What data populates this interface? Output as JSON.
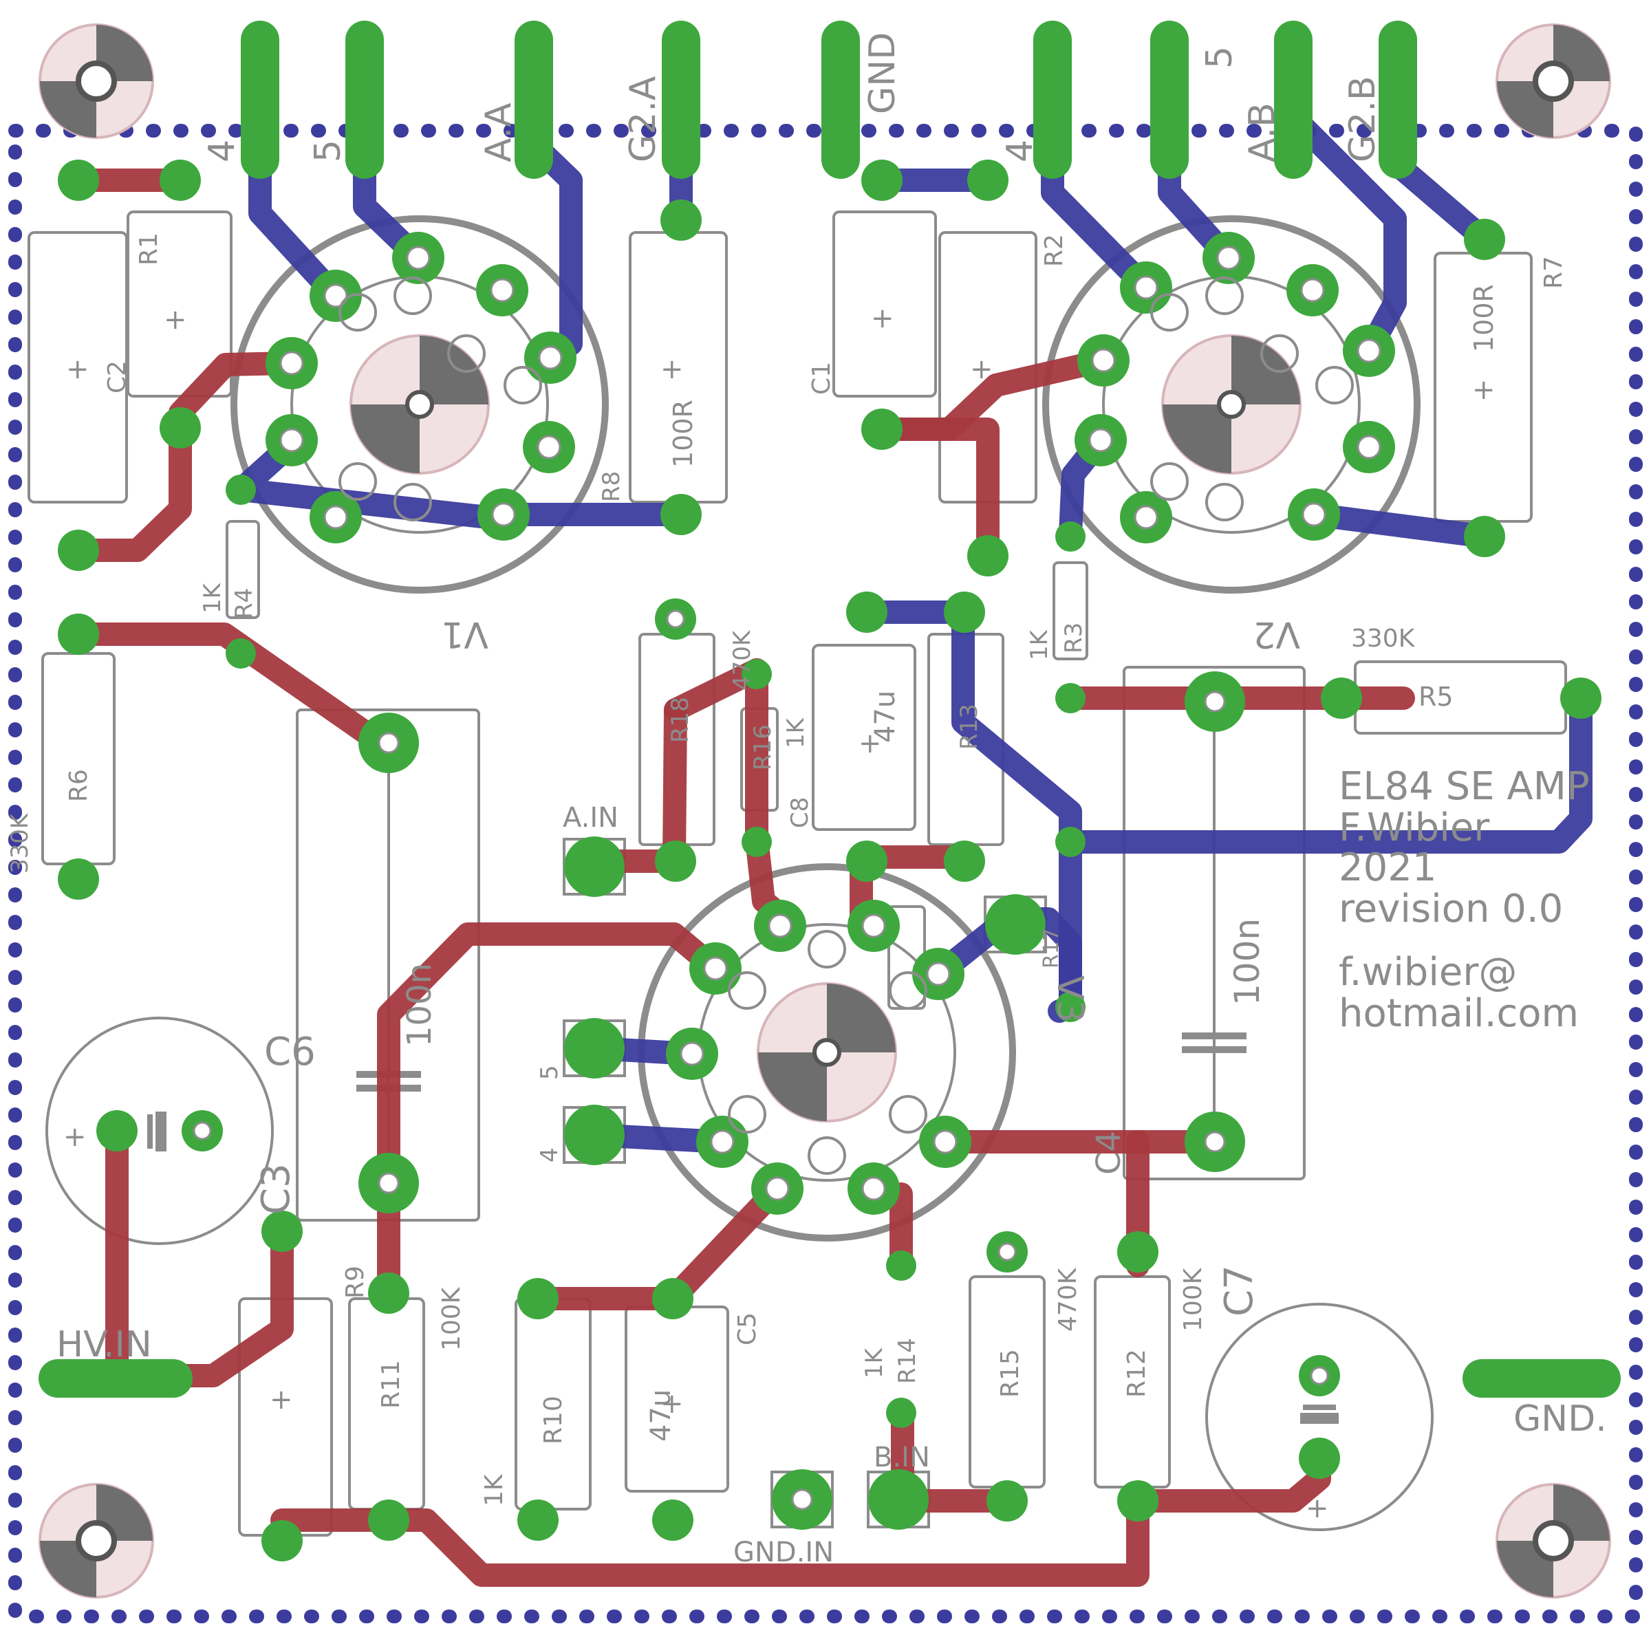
{
  "colors": {
    "background": "#ffffff",
    "top_copper": "#a5393f",
    "bottom_copper": "#3c3c9e",
    "pad": "#3ea83e",
    "pad_hole": "#ffffff",
    "silkscreen": "#8c8c8c",
    "board_outline": "#3c3c9e"
  },
  "board_title": {
    "line1": "EL84 SE AMP",
    "line2": "F.Wibier",
    "line3": "2021",
    "line4": "revision 0.0",
    "email1": "f.wibier@",
    "email2": "hotmail.com"
  },
  "tubes": [
    {
      "name": "V1"
    },
    {
      "name": "V2"
    },
    {
      "name": "V3"
    }
  ],
  "connectors": {
    "top_left": [
      "4",
      "5",
      "A.A",
      "G2.A"
    ],
    "top_center": "GND",
    "top_right": [
      "4",
      "5",
      "A.B",
      "G2.B"
    ],
    "inputs": [
      "A.IN",
      "B.IN",
      "GND.IN",
      "HV.IN",
      "GND."
    ],
    "heater_pins": [
      "5",
      "4"
    ]
  },
  "components": {
    "R1": "R1",
    "R2": "R2",
    "R3": "R3",
    "R4": "R4",
    "R5": "R5",
    "R6": "R6",
    "R7": "R7",
    "R8": "R8",
    "R9": "R9",
    "R10": "R10",
    "R11": "R11",
    "R12": "R12",
    "R13": "R13",
    "R14": "R14",
    "R15": "R15",
    "R16": "R16",
    "R17": "R17",
    "R18": "R18",
    "C1": "C1",
    "C2": "C2",
    "C3": "C3",
    "C4": "C4",
    "C5": "C5",
    "C6": "C6",
    "C7": "C7",
    "C8": "C8"
  },
  "values": {
    "r8": "100R",
    "r7": "100R",
    "r4": "1K",
    "r3": "1K",
    "r16": "1K",
    "r14": "1K",
    "r10": "1K",
    "r5": "330K",
    "r6": "330K",
    "r18": "470K",
    "r15": "470K",
    "r11": "100K",
    "r12": "100K",
    "c8": "47u",
    "c5": "47u",
    "c6": "100n",
    "c4": "100n"
  }
}
